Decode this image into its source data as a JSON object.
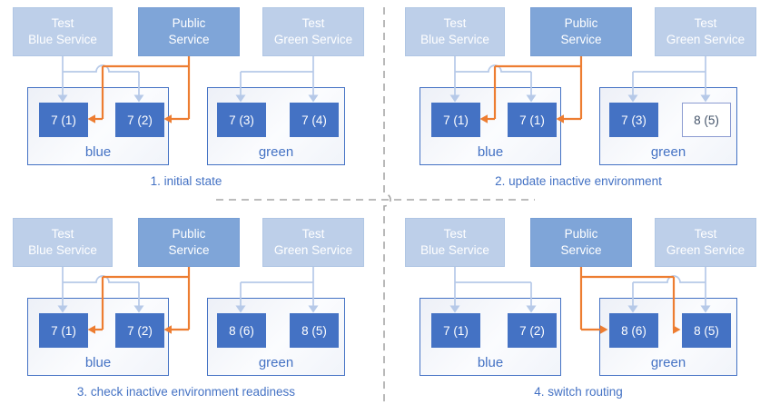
{
  "colors": {
    "active_route": "#ed7d31",
    "test_route": "#b6c9e8",
    "pod_fill": "#4472c4",
    "pod_new_border": "#8b9bd1",
    "pod_new_text": "#44546a",
    "public_service_fill": "#7fa5d8",
    "test_service_fill": "#bdcfe9",
    "env_border": "#4472c4",
    "caption_text": "#4472c4",
    "divider": "#a6a6a6"
  },
  "quadrants": [
    {
      "caption": "1. initial state",
      "public_routes_to": "blue",
      "services": {
        "test_blue": {
          "line1": "Test",
          "line2": "Blue Service"
        },
        "public": {
          "line1": "Public",
          "line2": "Service"
        },
        "test_green": {
          "line1": "Test",
          "line2": "Green Service"
        }
      },
      "blue_env": {
        "label": "blue",
        "pods": [
          {
            "label": "7 (1)",
            "state": "active"
          },
          {
            "label": "7 (2)",
            "state": "active"
          }
        ]
      },
      "green_env": {
        "label": "green",
        "pods": [
          {
            "label": "7 (3)",
            "state": "active"
          },
          {
            "label": "7 (4)",
            "state": "active"
          }
        ]
      }
    },
    {
      "caption": "2. update inactive environment",
      "public_routes_to": "blue",
      "services": {
        "test_blue": {
          "line1": "Test",
          "line2": "Blue Service"
        },
        "public": {
          "line1": "Public",
          "line2": "Service"
        },
        "test_green": {
          "line1": "Test",
          "line2": "Green Service"
        }
      },
      "blue_env": {
        "label": "blue",
        "pods": [
          {
            "label": "7 (1)",
            "state": "active"
          },
          {
            "label": "7 (1)",
            "state": "active"
          }
        ]
      },
      "green_env": {
        "label": "green",
        "pods": [
          {
            "label": "7 (3)",
            "state": "active"
          },
          {
            "label": "8 (5)",
            "state": "new"
          }
        ]
      }
    },
    {
      "caption": "3. check inactive environment readiness",
      "public_routes_to": "blue",
      "services": {
        "test_blue": {
          "line1": "Test",
          "line2": "Blue Service"
        },
        "public": {
          "line1": "Public",
          "line2": "Service"
        },
        "test_green": {
          "line1": "Test",
          "line2": "Green Service"
        }
      },
      "blue_env": {
        "label": "blue",
        "pods": [
          {
            "label": "7 (1)",
            "state": "active"
          },
          {
            "label": "7 (2)",
            "state": "active"
          }
        ]
      },
      "green_env": {
        "label": "green",
        "pods": [
          {
            "label": "8 (6)",
            "state": "active"
          },
          {
            "label": "8 (5)",
            "state": "active"
          }
        ]
      }
    },
    {
      "caption": "4. switch routing",
      "public_routes_to": "green",
      "services": {
        "test_blue": {
          "line1": "Test",
          "line2": "Blue Service"
        },
        "public": {
          "line1": "Public",
          "line2": "Service"
        },
        "test_green": {
          "line1": "Test",
          "line2": "Green Service"
        }
      },
      "blue_env": {
        "label": "blue",
        "pods": [
          {
            "label": "7 (1)",
            "state": "active"
          },
          {
            "label": "7 (2)",
            "state": "active"
          }
        ]
      },
      "green_env": {
        "label": "green",
        "pods": [
          {
            "label": "8 (6)",
            "state": "active"
          },
          {
            "label": "8 (5)",
            "state": "active"
          }
        ]
      }
    }
  ]
}
